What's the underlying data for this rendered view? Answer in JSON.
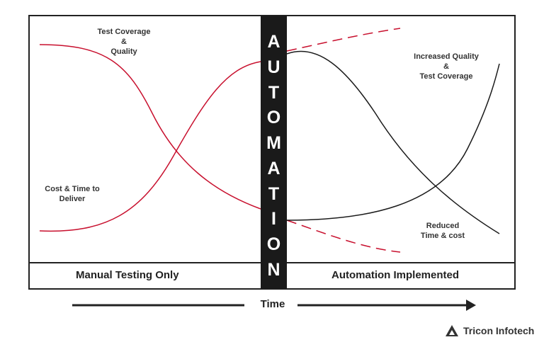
{
  "diagram": {
    "labels": {
      "test_coverage": [
        "Test Coverage",
        "&",
        "Quality"
      ],
      "cost_time": [
        "Cost & Time to",
        "Deliver"
      ],
      "increased_quality": [
        "Increased Quality",
        "&",
        "Test Coverage"
      ],
      "reduced": [
        "Reduced",
        "Time & cost"
      ]
    },
    "automation_letters": [
      "A",
      "U",
      "T",
      "O",
      "M",
      "A",
      "T",
      "I",
      "O",
      "N"
    ],
    "left_footer": "Manual Testing Only",
    "right_footer": "Automation Implemented",
    "axis_label": "Time",
    "colors": {
      "red": "#c8102e",
      "black": "#1a1a1a"
    }
  },
  "brand": {
    "name": "Tricon Infotech"
  }
}
